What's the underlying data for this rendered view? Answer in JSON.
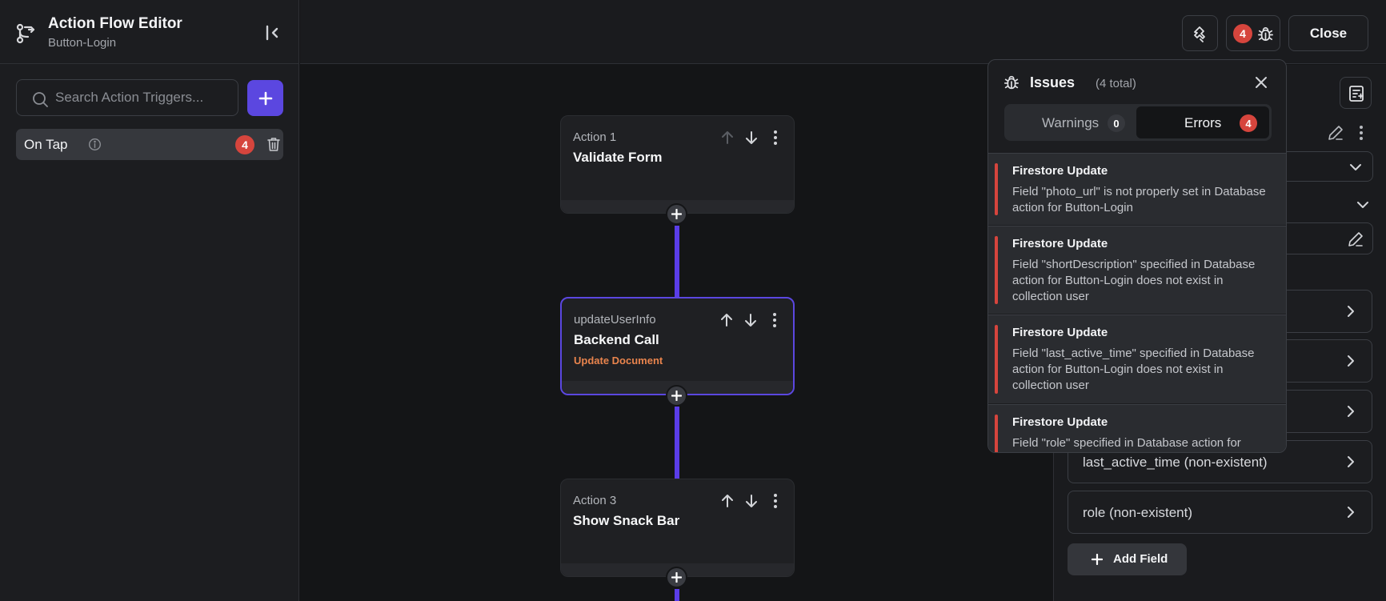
{
  "app": {
    "title": "Action Flow Editor",
    "subtitle": "Button-Login"
  },
  "sidebar": {
    "search_placeholder": "Search Action Triggers...",
    "triggers": [
      {
        "label": "On Tap",
        "issue_count": "4"
      }
    ]
  },
  "toolbar": {
    "issues_count": "4",
    "close_label": "Close"
  },
  "flow": {
    "actions": [
      {
        "kicker": "Action 1",
        "title": "Validate Form",
        "subtitle": ""
      },
      {
        "kicker": "updateUserInfo",
        "title": "Backend Call",
        "subtitle": "Update Document"
      },
      {
        "kicker": "Action 3",
        "title": "Show Snack Bar",
        "subtitle": ""
      }
    ]
  },
  "issues": {
    "title": "Issues",
    "total": "(4 total)",
    "tabs": [
      {
        "label": "Warnings",
        "count": "0"
      },
      {
        "label": "Errors",
        "count": "4"
      }
    ],
    "items": [
      {
        "title": "Firestore Update",
        "text": "Field \"photo_url\" is not properly set in Database action for Button-Login"
      },
      {
        "title": "Firestore Update",
        "text": "Field \"shortDescription\" specified in Database action for Button-Login does not exist in collection user"
      },
      {
        "title": "Firestore Update",
        "text": "Field \"last_active_time\" specified in Database action for Button-Login does not exist in collection user"
      },
      {
        "title": "Firestore Update",
        "text": "Field \"role\" specified in Database action for"
      }
    ]
  },
  "properties": {
    "fields": [
      {
        "label": ""
      },
      {
        "label": ""
      },
      {
        "label": ""
      },
      {
        "label": "last_active_time (non-existent)"
      },
      {
        "label": "role (non-existent)"
      }
    ],
    "add_field_label": "Add Field"
  },
  "colors": {
    "accent": "#5b47e0",
    "error": "#d6453d",
    "subtitle_orange": "#e9844d",
    "background": "#141517"
  },
  "icons": {
    "flow": "flow-branch-icon",
    "collapse": "collapse-panel-icon",
    "search": "search-icon",
    "add": "plus-icon",
    "info": "info-icon",
    "trash": "trash-icon",
    "plugin": "plugin-icon",
    "bug": "bug-icon",
    "close": "close-icon",
    "arrow_up": "arrow-up-icon",
    "arrow_down": "arrow-down-icon",
    "more": "more-vertical-icon",
    "chevron_right": "chevron-right-icon",
    "chevron_down": "chevron-down-icon",
    "edit": "pencil-icon",
    "note": "note-add-icon"
  }
}
